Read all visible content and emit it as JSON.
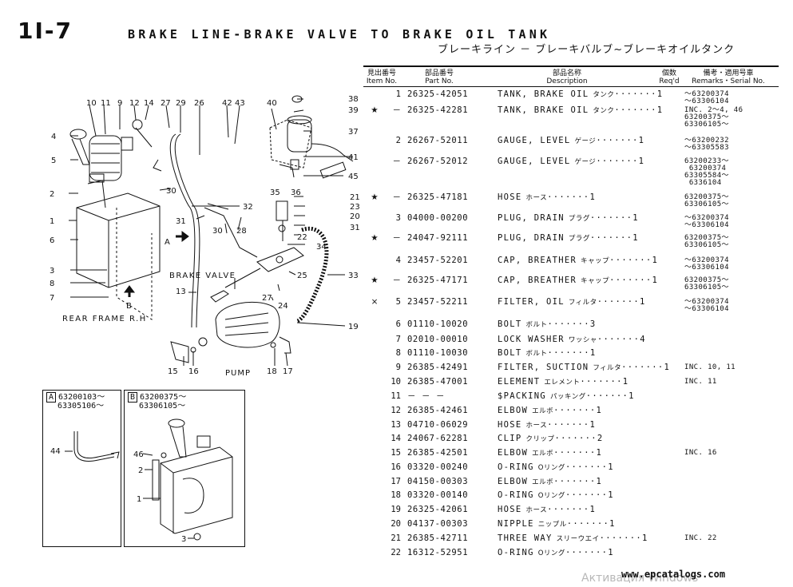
{
  "page_code": "1I-7",
  "title_en": "BRAKE LINE-BRAKE VALVE TO BRAKE OIL TANK",
  "title_jp": "ブレーキライン － ブレーキバルブ~ブレーキオイルタンク",
  "table_header": {
    "item_jp": "見出番号",
    "item_en": "Item No.",
    "part_jp": "部品番号",
    "part_en": "Part No.",
    "desc_jp": "部品名称",
    "desc_en": "Description",
    "req_jp": "個数",
    "req_en": "Req'd",
    "rem_jp": "備考・適用号車",
    "rem_en": "Remarks・Serial No."
  },
  "rows": [
    {
      "mark": "",
      "item": "1",
      "part": "26325-42051",
      "desc": "TANK, BRAKE OIL",
      "desc_jp": "タンク",
      "qty": "1",
      "remarks": "～63200374\n～63306104"
    },
    {
      "mark": "★",
      "item": "－",
      "part": "26325-42281",
      "desc": "TANK, BRAKE OIL",
      "desc_jp": "タンク",
      "qty": "1",
      "remarks": "INC. 2～4, 46\n63200375～\n63306105～"
    },
    {
      "mark": "",
      "item": "2",
      "part": "26267-52011",
      "desc": "GAUGE, LEVEL",
      "desc_jp": "ゲージ",
      "qty": "1",
      "remarks": "～63200232\n～63305583"
    },
    {
      "mark": "",
      "item": "－",
      "part": "26267-52012",
      "desc": "GAUGE, LEVEL",
      "desc_jp": "ゲージ",
      "qty": "1",
      "remarks": "63200233～\n 63200374\n63305584～\n 6336104"
    },
    {
      "mark": "★",
      "item": "－",
      "part": "26325-47181",
      "desc": "HOSE",
      "desc_jp": "ホース",
      "qty": "1",
      "remarks": "63200375～\n63306105～"
    },
    {
      "mark": "",
      "item": "3",
      "part": "04000-00200",
      "desc": "PLUG, DRAIN",
      "desc_jp": "プラグ",
      "qty": "1",
      "remarks": "～63200374\n～63306104"
    },
    {
      "mark": "★",
      "item": "－",
      "part": "24047-92111",
      "desc": "PLUG, DRAIN",
      "desc_jp": "プラグ",
      "qty": "1",
      "remarks": "63200375～\n63306105～"
    },
    {
      "mark": "",
      "item": "4",
      "part": "23457-52201",
      "desc": "CAP, BREATHER",
      "desc_jp": "キャップ",
      "qty": "1",
      "remarks": "～63200374\n～63306104"
    },
    {
      "mark": "★",
      "item": "－",
      "part": "26325-47171",
      "desc": "CAP, BREATHER",
      "desc_jp": "キャップ",
      "qty": "1",
      "remarks": "63200375～\n63306105～"
    },
    {
      "mark": "×",
      "item": "5",
      "part": "23457-52211",
      "desc": "FILTER, OIL",
      "desc_jp": "フィルタ",
      "qty": "1",
      "remarks": "～63200374\n～63306104"
    },
    {
      "mark": "",
      "item": "6",
      "part": "01110-10020",
      "desc": "BOLT",
      "desc_jp": "ボルト",
      "qty": "3",
      "remarks": ""
    },
    {
      "mark": "",
      "item": "7",
      "part": "02010-00010",
      "desc": "LOCK WASHER",
      "desc_jp": "ワッシャ",
      "qty": "4",
      "remarks": ""
    },
    {
      "mark": "",
      "item": "8",
      "part": "01110-10030",
      "desc": "BOLT",
      "desc_jp": "ボルト",
      "qty": "1",
      "remarks": ""
    },
    {
      "mark": "",
      "item": "9",
      "part": "26385-42491",
      "desc": "FILTER, SUCTION",
      "desc_jp": "フィルタ",
      "qty": "1",
      "remarks": "INC. 10, 11"
    },
    {
      "mark": "",
      "item": "10",
      "part": "26385-47001",
      "desc": "ELEMENT",
      "desc_jp": "エレメント",
      "qty": "1",
      "remarks": "INC. 11"
    },
    {
      "mark": "",
      "item": "11",
      "part": "－ － －",
      "desc": "$PACKING",
      "desc_jp": "パッキング",
      "qty": "1",
      "remarks": ""
    },
    {
      "mark": "",
      "item": "12",
      "part": "26385-42461",
      "desc": "ELBOW",
      "desc_jp": "エルボ",
      "qty": "1",
      "remarks": ""
    },
    {
      "mark": "",
      "item": "13",
      "part": "04710-06029",
      "desc": "HOSE",
      "desc_jp": "ホース",
      "qty": "1",
      "remarks": ""
    },
    {
      "mark": "",
      "item": "14",
      "part": "24067-62281",
      "desc": "CLIP",
      "desc_jp": "クリップ",
      "qty": "2",
      "remarks": ""
    },
    {
      "mark": "",
      "item": "15",
      "part": "26385-42501",
      "desc": "ELBOW",
      "desc_jp": "エルボ",
      "qty": "1",
      "remarks": "INC. 16"
    },
    {
      "mark": "",
      "item": "16",
      "part": "03320-00240",
      "desc": "O-RING",
      "desc_jp": "Oリング",
      "qty": "1",
      "remarks": ""
    },
    {
      "mark": "",
      "item": "17",
      "part": "04150-00303",
      "desc": "ELBOW",
      "desc_jp": "エルボ",
      "qty": "1",
      "remarks": ""
    },
    {
      "mark": "",
      "item": "18",
      "part": "03320-00140",
      "desc": "O-RING",
      "desc_jp": "Oリング",
      "qty": "1",
      "remarks": ""
    },
    {
      "mark": "",
      "item": "19",
      "part": "26325-42061",
      "desc": "HOSE",
      "desc_jp": "ホース",
      "qty": "1",
      "remarks": ""
    },
    {
      "mark": "",
      "item": "20",
      "part": "04137-00303",
      "desc": "NIPPLE",
      "desc_jp": "ニップル",
      "qty": "1",
      "remarks": ""
    },
    {
      "mark": "",
      "item": "21",
      "part": "26385-42711",
      "desc": "THREE WAY",
      "desc_jp": "スリーウエイ",
      "qty": "1",
      "remarks": "INC. 22"
    },
    {
      "mark": "",
      "item": "22",
      "part": "16312-52951",
      "desc": "O-RING",
      "desc_jp": "Oリング",
      "qty": "1",
      "remarks": ""
    }
  ],
  "diagram": {
    "callouts": {
      "c10": "10",
      "c11": "11",
      "c9": "9",
      "c12": "12",
      "c14": "14",
      "c27a": "27",
      "c29": "29",
      "c26": "26",
      "c42": "42",
      "c43": "43",
      "c40": "40",
      "c38": "38",
      "c39": "39",
      "c37": "37",
      "c41": "41",
      "c45": "45",
      "c35": "35",
      "c36": "36",
      "c4": "4",
      "c5": "5",
      "c2": "2",
      "c1": "1",
      "c6": "6",
      "c3": "3",
      "c8": "8",
      "c7": "7",
      "c30a": "30",
      "c32": "32",
      "c31a": "31",
      "c30b": "30",
      "c28": "28",
      "c21": "21",
      "c23": "23",
      "c20": "20",
      "c31b": "31",
      "c22": "22",
      "c34": "34",
      "c25": "25",
      "c33": "33",
      "c27b": "27",
      "c24": "24",
      "c13": "13",
      "c19": "19",
      "c15": "15",
      "c16": "16",
      "c18": "18",
      "c17": "17",
      "cA": "A",
      "cB": "B"
    },
    "brake_valve_label": "BRAKE VALVE",
    "rear_frame_label": "REAR FRAME R.H",
    "pump_label": "PUMP"
  },
  "inset_a": {
    "letter": "A",
    "serial1": "63200103～",
    "serial2": "63305106～",
    "c44": "44"
  },
  "inset_b": {
    "letter": "B",
    "serial1": "63200375～",
    "serial2": "63306105～",
    "c46": "46",
    "c2": "2",
    "c1": "1",
    "c3": "3"
  },
  "footer_url": "www.epcatalogs.com",
  "watermark": "Активация Windows"
}
